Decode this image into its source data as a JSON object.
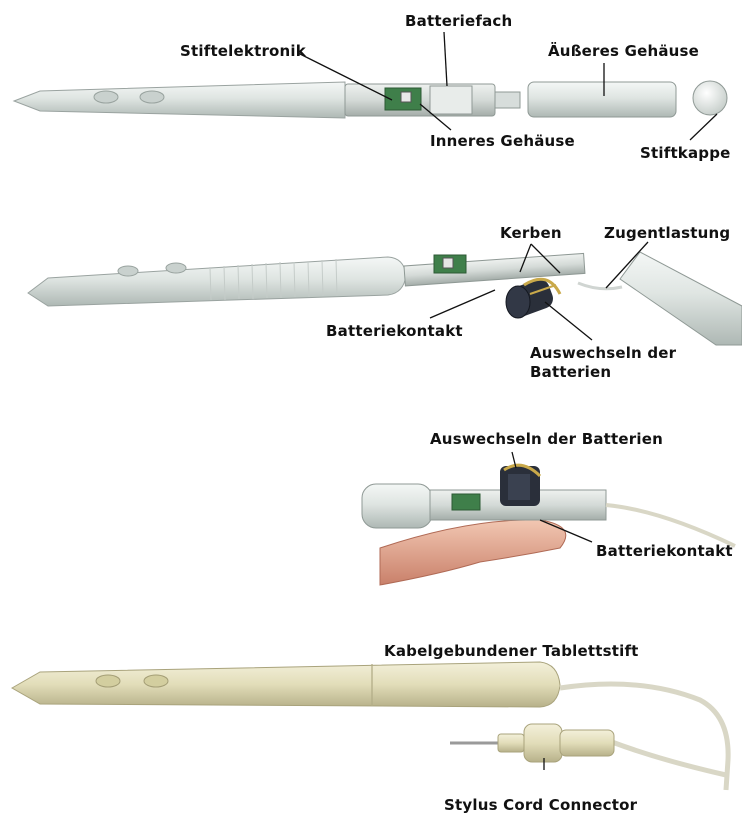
{
  "diagrams": [
    {
      "name": "exploded-stylus",
      "labels": {
        "battery_compartment": "Batteriefach",
        "pen_electronics": "Stiftelektronik",
        "outer_housing": "Äußeres Gehäuse",
        "inner_housing": "Inneres Gehäuse",
        "pen_cap": "Stiftkappe"
      }
    },
    {
      "name": "open-stylus",
      "labels": {
        "notches": "Kerben",
        "strain_relief": "Zugentlastung",
        "battery_contact": "Batteriekontakt",
        "battery_replacement": "Auswechseln der\nBatterien"
      }
    },
    {
      "name": "hand-held-stylus",
      "labels": {
        "battery_replacement": "Auswechseln der Batterien",
        "battery_contact": "Batteriekontakt"
      }
    },
    {
      "name": "tethered-stylus",
      "labels": {
        "title": "Kabelgebundener Tablettstift",
        "connector": "Stylus Cord Connector"
      }
    }
  ],
  "colors": {
    "pen_body": "#dfe5e2",
    "pen_shadow": "#b9c2be",
    "tethered_body": "#e6e1bf",
    "tethered_shadow": "#bdb892",
    "circuit_green": "#3f7f4a",
    "battery_dark": "#2a2f3a",
    "battery_gold": "#c9a94a",
    "skin": "#e8b49d",
    "cord": "#d9d7c6"
  }
}
